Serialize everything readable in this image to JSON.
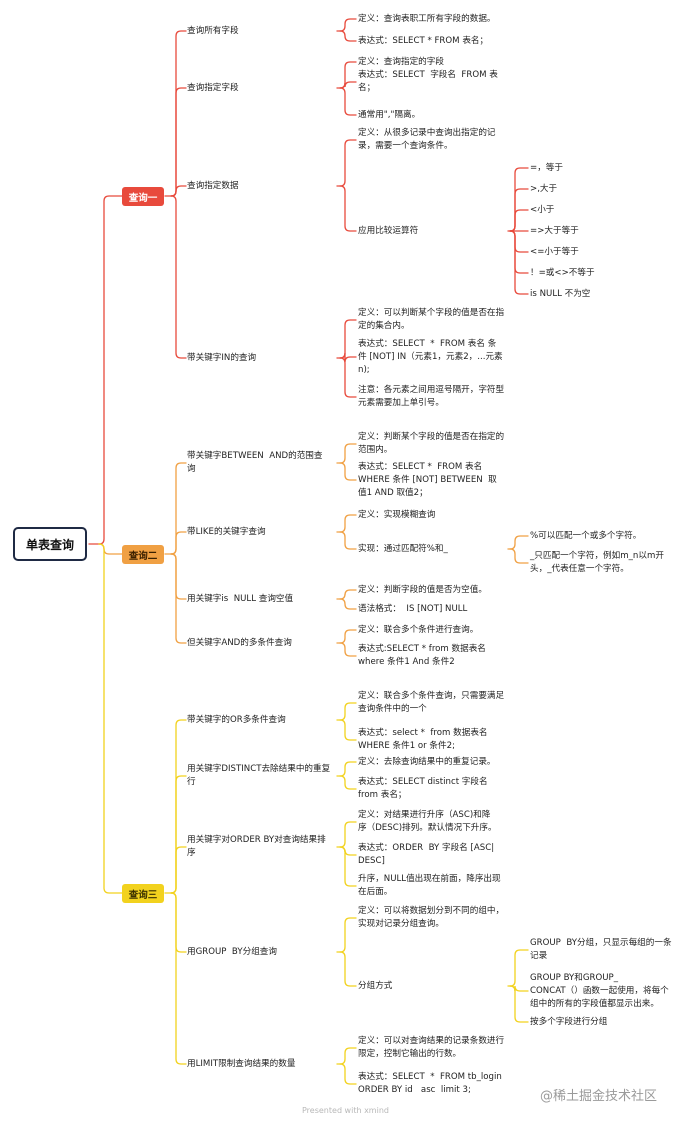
{
  "root": "单表查询",
  "colors": {
    "red": "#e84a3c",
    "orange": "#f0a043",
    "yellow": "#f2d21e"
  },
  "sections": [
    {
      "label": "查询一",
      "topics": [
        {
          "title": "查询所有字段",
          "details": [
            "定义：查询表职工所有字段的数据。",
            "表达式：SELECT * FROM 表名；"
          ]
        },
        {
          "title": "查询指定字段",
          "details": [
            "定义：查询指定的字段",
            "表达式：SELECT  字段名  FROM 表\n名；",
            "通常用\",\"隔离。"
          ]
        },
        {
          "title": "查询指定数据",
          "details": [
            "定义：从很多记录中查询出指定的记\n录，需要一个查询条件。",
            "应用比较运算符"
          ],
          "sub": [
            "=，等于",
            ">,大于",
            "<小于",
            "=>大于等于",
            "<=小于等于",
            "！=或<>不等于",
            "is NULL 不为空"
          ]
        },
        {
          "title": "带关键字IN的查询",
          "details": [
            "定义：可以判断某个字段的值是否在指\n定的集合内。",
            "表达式：SELECT  *  FROM 表名 条\n件 [NOT] IN（元素1，元素2，...元素\nn);",
            "注意：各元素之间用逗号隔开，字符型\n元素需要加上单引号。"
          ]
        }
      ]
    },
    {
      "label": "查询二",
      "topics": [
        {
          "title": "带关键字BETWEEN  AND的范围查\n询",
          "details": [
            "定义：判断某个字段的值是否在指定的\n范围内。",
            "表达式：SELECT *  FROM 表名\nWHERE 条件 [NOT] BETWEEN  取\n值1 AND 取值2；"
          ]
        },
        {
          "title": "带LIKE的关键字查询",
          "details": [
            "定义：实现模糊查询",
            "实现：通过匹配符%和_"
          ],
          "sub": [
            "%可以匹配一个或多个字符。",
            "_只匹配一个字符，例如m_n以m开\n头，_代表任意一个字符。"
          ]
        },
        {
          "title": "用关键字is  NULL 查询空值",
          "details": [
            "定义：判断字段的值是否为空值。",
            "语法格式：  IS [NOT] NULL"
          ]
        },
        {
          "title": "但关键字AND的多条件查询",
          "details": [
            "定义：联合多个条件进行查询。",
            "表达式:SELECT * from 数据表名\nwhere 条件1 And 条件2"
          ]
        }
      ]
    },
    {
      "label": "查询三",
      "topics": [
        {
          "title": "带关键字的OR多条件查询",
          "details": [
            "定义：联合多个条件查询，只需要满足\n查询条件中的一个",
            "表达式：select *  from 数据表名\nWHERE 条件1 or 条件2;"
          ]
        },
        {
          "title": "用关键字DISTINCT去除结果中的重复\n行",
          "details": [
            "定义：去除查询结果中的重复记录。",
            "表达式：SELECT distinct 字段名\nfrom 表名；"
          ]
        },
        {
          "title": "用关键字对ORDER BY对查询结果排\n序",
          "details": [
            "定义：对结果进行升序（ASC)和降\n序（DESC)排列。默认情况下升序。",
            "表达式：ORDER  BY 字段名 [ASC|\nDESC]",
            "升序，NULL值出现在前面，降序出现\n在后面。"
          ]
        },
        {
          "title": "用GROUP  BY分组查询",
          "details": [
            "定义：可以将数据划分到不同的组中，\n实现对记录分组查询。",
            "分组方式"
          ],
          "sub": [
            "GROUP  BY分组，只显示每组的一条\n记录",
            "GROUP BY和GROUP_\nCONCAT（）函数一起使用，将每个\n组中的所有的字段值都显示出来。",
            "按多个字段进行分组"
          ]
        },
        {
          "title": "用LIMIT限制查询结果的数量",
          "details": [
            "定义：可以对查询结果的记录条数进行\n限定，控制它输出的行数。",
            "表达式：SELECT  *  FROM tb_login\nORDER BY id   asc  limit 3;"
          ]
        }
      ]
    }
  ],
  "footer": "Presented with xmind",
  "watermark": "@稀土掘金技术社区"
}
